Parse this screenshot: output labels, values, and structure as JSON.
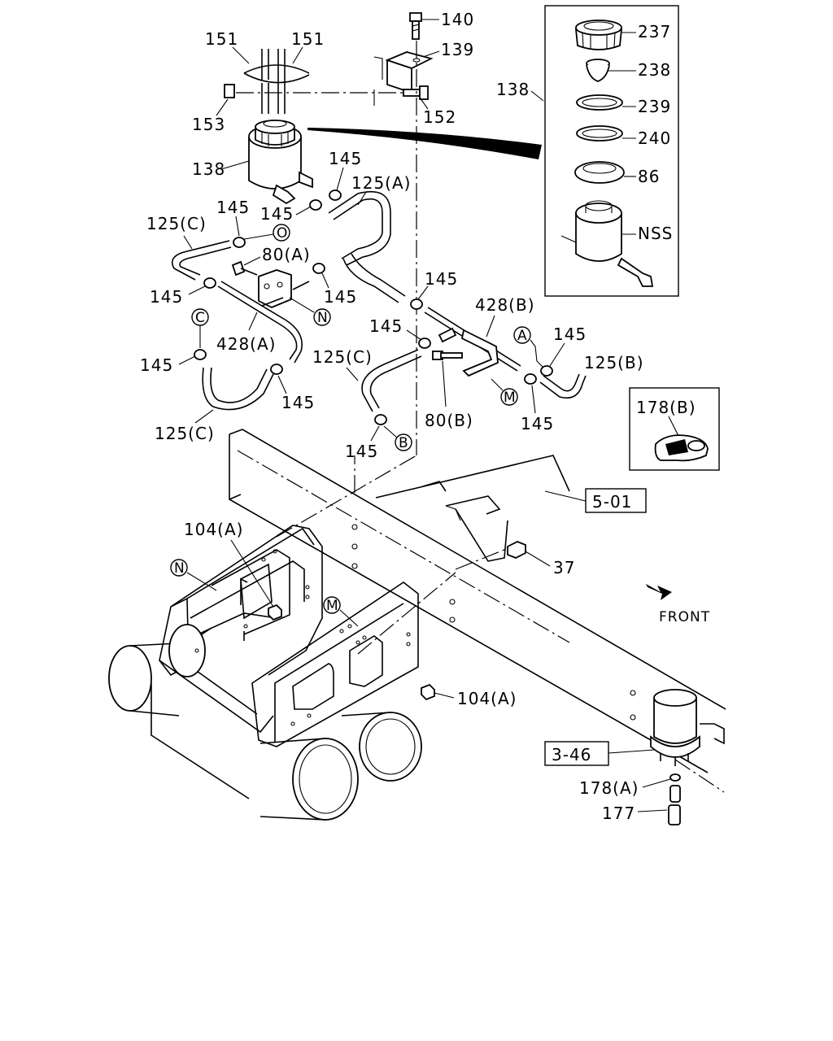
{
  "labels": {
    "p140": "140",
    "p139": "139",
    "p151a": "151",
    "p151b": "151",
    "p153": "153",
    "p152": "152",
    "p138_main": "138",
    "p138_inset": "138",
    "p237": "237",
    "p238": "238",
    "p239": "239",
    "p240": "240",
    "p86": "86",
    "pNSS": "NSS",
    "p145_1": "145",
    "p145_2": "145",
    "p145_3": "145",
    "p145_4": "145",
    "p145_5": "145",
    "p145_6": "145",
    "p145_7": "145",
    "p145_8": "145",
    "p145_9": "145",
    "p145_10": "145",
    "p145_11": "145",
    "p145_12": "145",
    "p125A": "125(A)",
    "p125C_1": "125(C)",
    "p125C_2": "125(C)",
    "p125C_3": "125(C)",
    "p125B": "125(B)",
    "p80A": "80(A)",
    "p80B": "80(B)",
    "p428A": "428(A)",
    "p428B": "428(B)",
    "p178B": "178(B)",
    "p501": "5-01",
    "p37": "37",
    "p104A_1": "104(A)",
    "p104A_2": "104(A)",
    "p346": "3-46",
    "p178A": "178(A)",
    "p177": "177",
    "front": "FRONT"
  },
  "refs": {
    "O": "O",
    "N_1": "N",
    "N_2": "N",
    "C": "C",
    "A": "A",
    "M_1": "M",
    "M_2": "M",
    "B": "B"
  }
}
